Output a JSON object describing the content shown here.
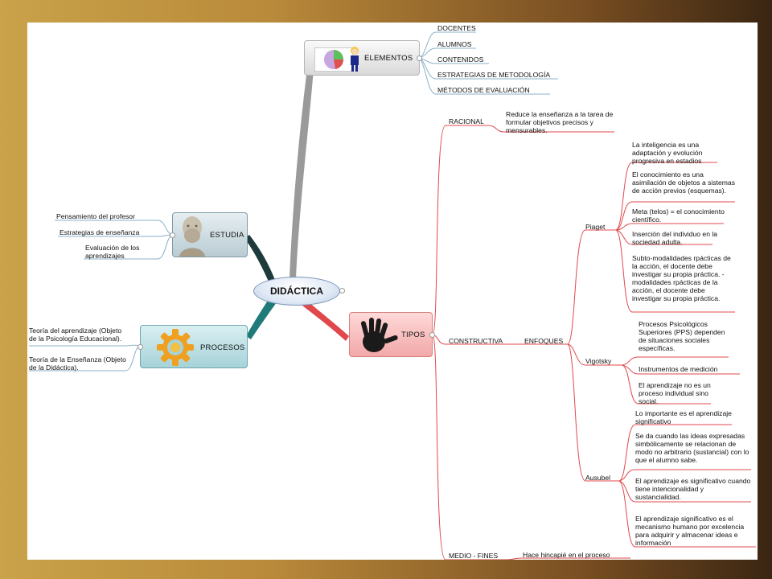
{
  "center": "DIDÁCTICA",
  "nodes": {
    "elementos": "ELEMENTOS",
    "estudia": "ESTUDIA",
    "procesos": "PROCESOS",
    "tipos": "TIPOS"
  },
  "elementos_items": [
    "DOCENTES",
    "ALUMNOS",
    "CONTENIDOS",
    "ESTRATEGIAS DE METODOLOGÍA",
    "MÉTODOS DE EVALUACIÓN"
  ],
  "estudia_items": [
    "Pensamiento del profesor",
    "Estrategias de enseñanza",
    "Evaluación de los aprendizajes"
  ],
  "procesos_items": [
    "Teoría del aprendizaje (Objeto de la Psicología Educacional).",
    "Teoría de la Enseñanza (Objeto de la Didáctica)."
  ],
  "tipos": {
    "racional": "RACIONAL",
    "racional_desc": "Reduce la enseñanza a la tarea de formular objetivos precisos y mensurables.",
    "constructiva": "CONSTRUCTIVA",
    "enfoques": "ENFOQUES",
    "medio_fines": "MEDIO - FINES",
    "medio_fines_desc": "Hace hincapié en el proceso"
  },
  "piaget": {
    "name": "Piaget",
    "items": [
      "La inteligencia es una adaptación y evolución progresiva en estadios",
      "El conocimiento es una asimilación de objetos a sistemas de acción previos (esquemas).",
      "Meta (telos) = el conocimiento científico.",
      "Inserción del individuo en la sociedad adulta.",
      "Subto-modalidades rpácticas de la acción, el docente debe investigar su propia práctica. -modalidades rpácticas de la acción, el docente debe investigar su propia práctica."
    ]
  },
  "vigotsky": {
    "name": "Vigotsky",
    "items": [
      "Procesos Psicológicos Superiores (PPS) dependen de situaciones sociales específicas.",
      "Instrumentos de medición",
      "El aprendizaje no es un proceso individual sino social."
    ]
  },
  "ausubel": {
    "name": "Ausubel",
    "items": [
      "Lo importante es el aprendizaje significativo",
      "Se da cuando las ideas expresadas simbólicamente se relacionan de modo no arbitrario (sustancial) con lo que el alumno sabe.",
      "El aprendizaje es significativo cuando tiene intencionalidad y sustancialidad.",
      "El aprendizaje significativo es el mecanismo humano por excelencia para adquirir y almacenar ideas e información"
    ]
  },
  "colors": {
    "branch_red": "#e0484c",
    "branch_grey": "#9a9a9a",
    "branch_teal": "#1f7a7a",
    "branch_dark": "#1e3a3a",
    "leaf_line": "#8ab0c8"
  }
}
